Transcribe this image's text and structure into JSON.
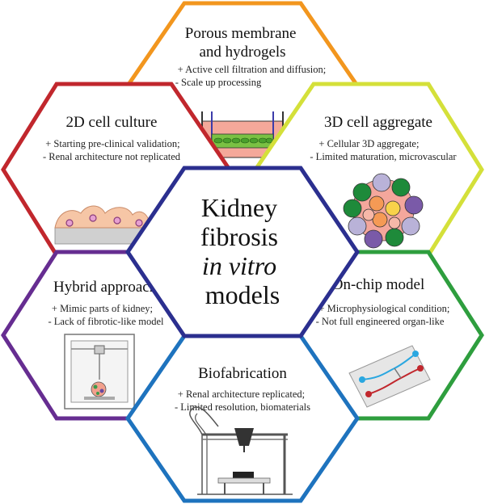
{
  "center": {
    "lines": [
      "Kidney",
      "fibrosis",
      "in vitro",
      "models"
    ],
    "color": "#2b2f8f"
  },
  "hexes": [
    {
      "id": "porous",
      "title": [
        "Porous membrane",
        "and hydrogels"
      ],
      "desc": [
        "+ Active cell filtration and diffusion;",
        "- Scale up processing"
      ],
      "color": "#f2961e"
    },
    {
      "id": "culture2d",
      "title": [
        "2D cell culture"
      ],
      "desc": [
        "+ Starting pre-clinical validation;",
        "- Renal architecture not replicated"
      ],
      "color": "#c1272d"
    },
    {
      "id": "aggregate3d",
      "title": [
        "3D cell aggregate"
      ],
      "desc": [
        "+ Cellular 3D aggregate;",
        "- Limited maturation, microvascular"
      ],
      "color": "#d4e03a"
    },
    {
      "id": "hybrid",
      "title": [
        "Hybrid approaches"
      ],
      "desc": [
        "+ Mimic parts of kidney;",
        "- Lack of fibrotic-like model"
      ],
      "color": "#662d91"
    },
    {
      "id": "onchip",
      "title": [
        "On-chip model"
      ],
      "desc": [
        "+ Microphysiological condition;",
        "- Not full engineered organ-like"
      ],
      "color": "#2e9e3e"
    },
    {
      "id": "biofab",
      "title": [
        "Biofabrication"
      ],
      "desc": [
        "+ Renal architecture replicated;",
        "- Limited resolution, biomaterials"
      ],
      "color": "#1e73be"
    }
  ]
}
